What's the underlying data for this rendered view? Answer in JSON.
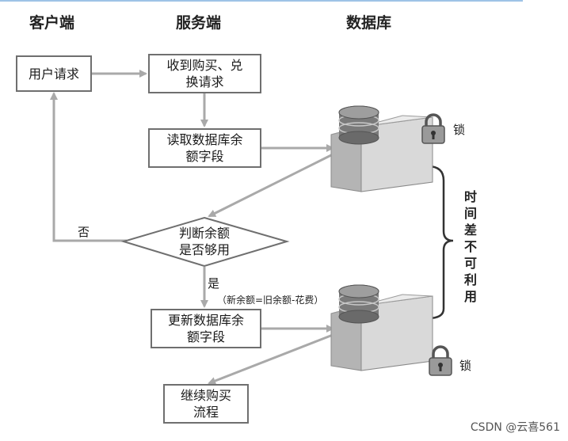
{
  "headers": {
    "client": "客户端",
    "server": "服务端",
    "database": "数据库"
  },
  "nodes": {
    "user_request": "用户请求",
    "receive_request_line1": "收到购买、兑",
    "receive_request_line2": "换请求",
    "read_balance_line1": "读取数据库余",
    "read_balance_line2": "额字段",
    "decision_line1": "判断余额",
    "decision_line2": "是否够用",
    "update_balance_line1": "更新数据库余",
    "update_balance_line2": "额字段",
    "continue_line1": "继续购买",
    "continue_line2": "流程"
  },
  "labels": {
    "no": "否",
    "yes": "是",
    "formula": "（新余额=旧余额-花费）",
    "lock_top": "锁",
    "lock_bottom": "锁",
    "time_gap": "时间差不可利用"
  },
  "watermark": "CSDN @云喜561",
  "colors": {
    "arrow": "#a9a9a9",
    "box_border": "#6f6f6f",
    "server_body": "#d9d9d9",
    "disk": "#7a7a7a"
  },
  "icons": [
    "database-server-icon",
    "lock-icon"
  ]
}
